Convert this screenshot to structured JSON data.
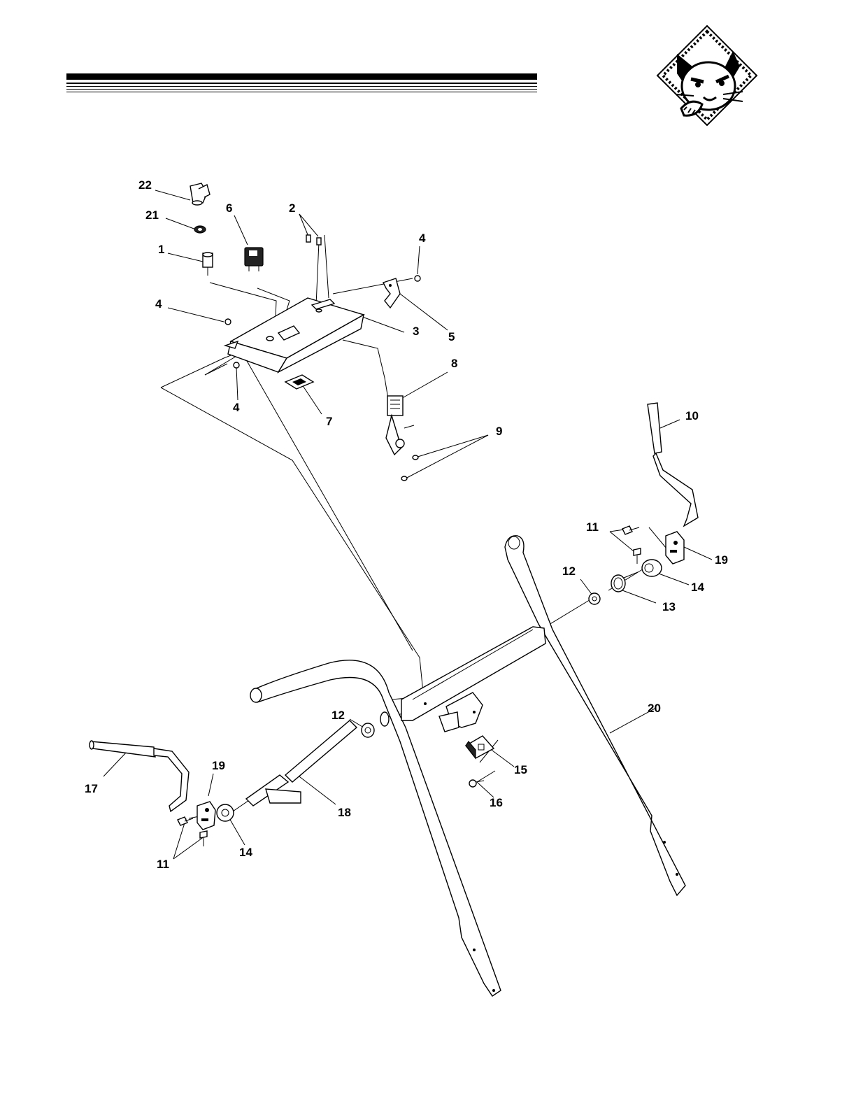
{
  "callouts": {
    "c1": "1",
    "c2": "2",
    "c3": "3",
    "c4a": "4",
    "c4b": "4",
    "c4c": "4",
    "c5": "5",
    "c6": "6",
    "c7": "7",
    "c8": "8",
    "c9": "9",
    "c10": "10",
    "c11a": "11",
    "c11b": "11",
    "c12a": "12",
    "c12b": "12",
    "c13": "13",
    "c14a": "14",
    "c14b": "14",
    "c15": "15",
    "c16": "16",
    "c17": "17",
    "c18": "18",
    "c19a": "19",
    "c19b": "19",
    "c20": "20",
    "c21": "21",
    "c22": "22"
  },
  "logo": {
    "icon": "wildcat-head-logo-icon"
  },
  "colors": {
    "ink": "#000000",
    "paper": "#ffffff"
  }
}
